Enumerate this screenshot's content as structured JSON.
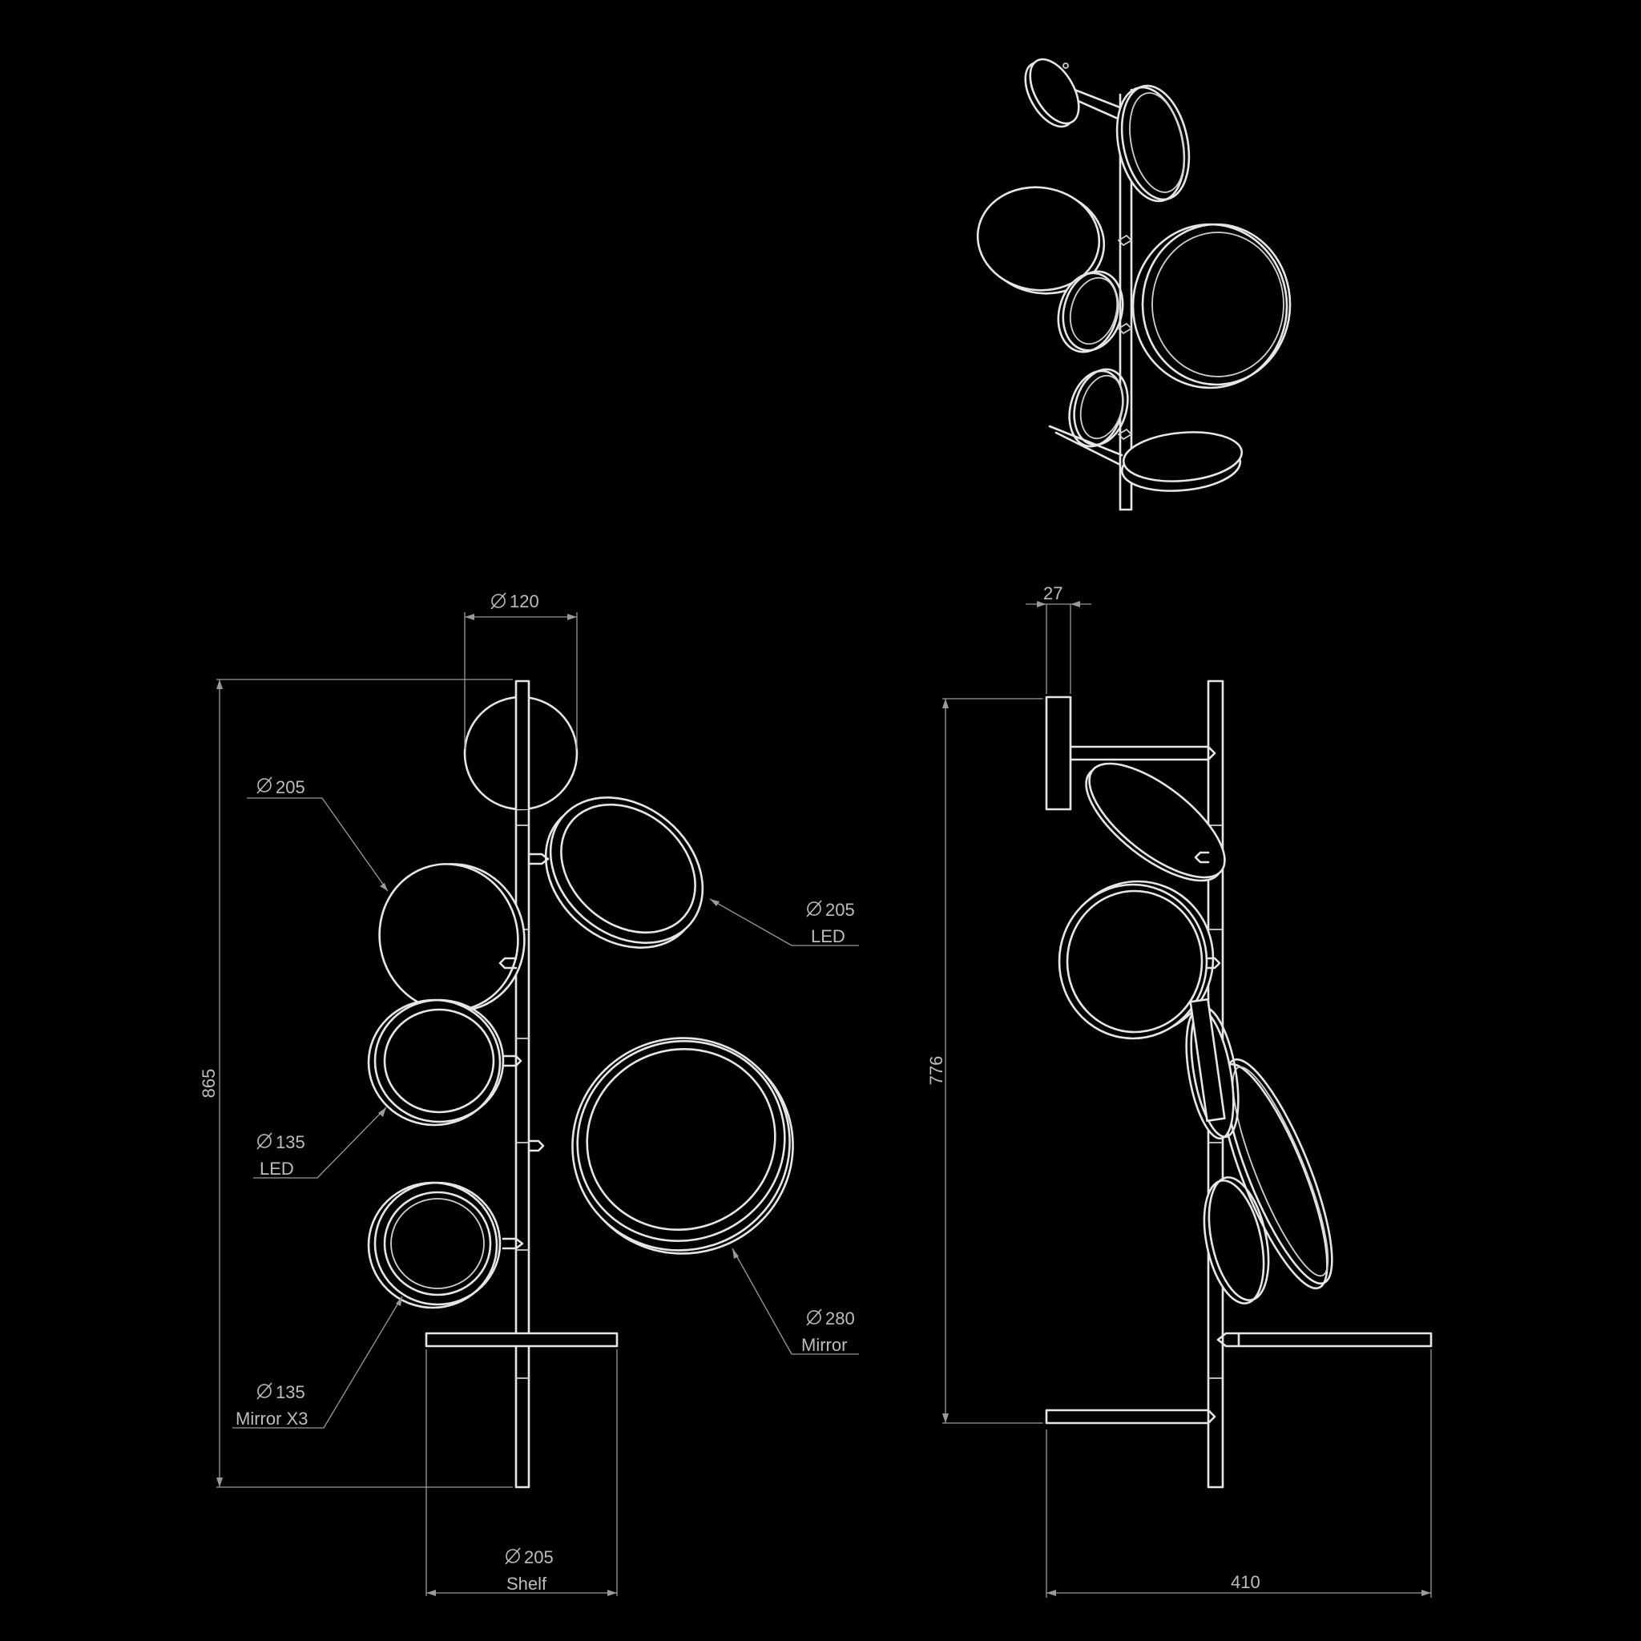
{
  "colors": {
    "background": "#000000",
    "line": "#e6e6e6",
    "dimension": "#9a9a9a",
    "text": "#bdbdbd"
  },
  "diameter_symbol": "Ø",
  "front_view": {
    "top_width": "120",
    "total_height": "865",
    "callouts": [
      {
        "id": "left-upper-led",
        "value": "205",
        "sub": ""
      },
      {
        "id": "right-upper-led",
        "value": "205",
        "sub": "LED"
      },
      {
        "id": "left-mid-led",
        "value": "135",
        "sub": "LED"
      },
      {
        "id": "right-mirror",
        "value": "280",
        "sub": "Mirror"
      },
      {
        "id": "left-lower-mirror",
        "value": "135",
        "sub": "Mirror X3"
      }
    ],
    "shelf": {
      "value": "205",
      "sub": "Shelf"
    }
  },
  "side_view": {
    "wall_plate_thickness": "27",
    "height": "776",
    "depth": "410"
  }
}
